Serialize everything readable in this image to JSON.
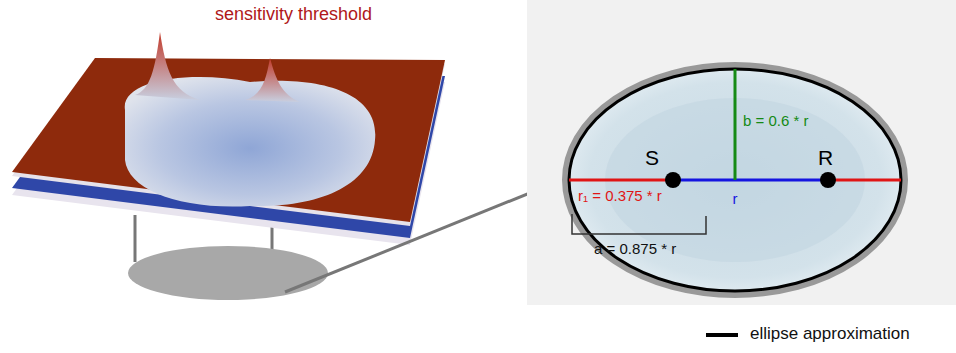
{
  "diagram": {
    "labels": [
      "sensitivity threshold",
      "S",
      "R",
      "b = 0.6 * r",
      "r₁ = 0.375 * r",
      "r",
      "a = 0.875 * r"
    ],
    "legend": [
      {
        "text": "ellipse approximation"
      }
    ]
  }
}
